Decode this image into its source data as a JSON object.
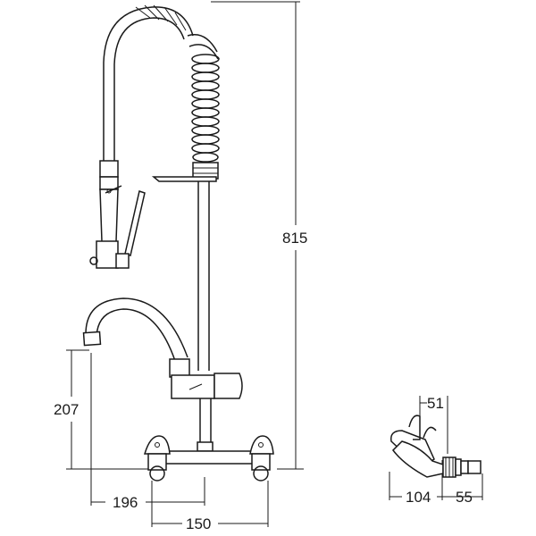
{
  "dimensions": {
    "height_total": "815",
    "spout_height": "207",
    "spout_reach": "196",
    "centres": "150",
    "side_depth": "104",
    "side_outlet": "55",
    "side_handle": "51"
  },
  "colors": {
    "line": "#1a1a1a",
    "background": "#ffffff"
  },
  "icons": {
    "main": "pre-rinse-tap-front-view",
    "side": "pre-rinse-tap-side-view"
  }
}
